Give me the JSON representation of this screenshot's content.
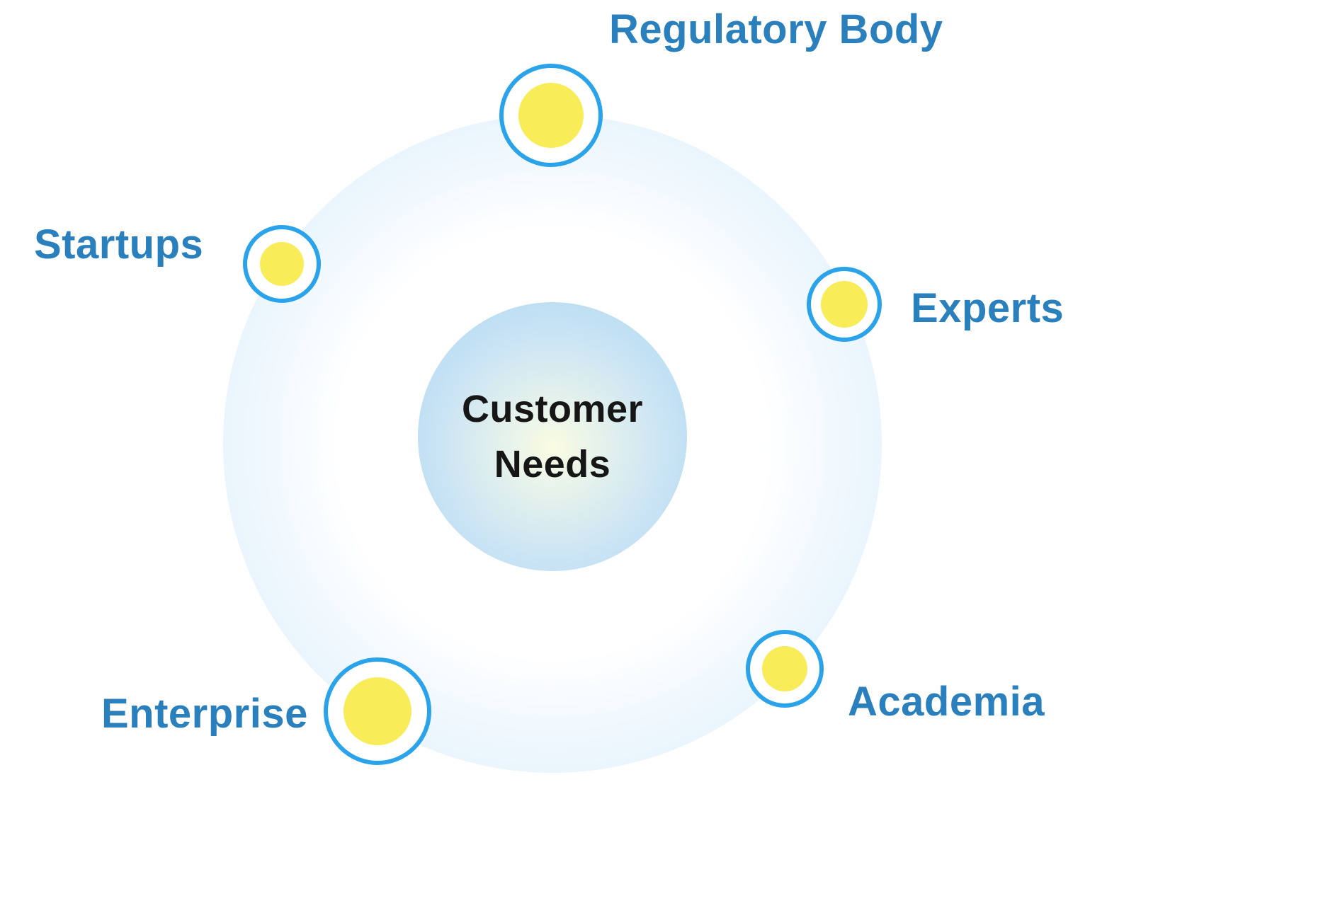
{
  "diagram": {
    "title": "Customer Needs stakeholder diagram",
    "center": {
      "label": "Customer Needs"
    },
    "nodes": [
      {
        "id": "regulatory-body",
        "label": "Regulatory Body"
      },
      {
        "id": "startups",
        "label": "Startups"
      },
      {
        "id": "experts",
        "label": "Experts"
      },
      {
        "id": "academia",
        "label": "Academia"
      },
      {
        "id": "enterprise",
        "label": "Enterprise"
      }
    ],
    "colors": {
      "label_blue": "#2a7fbd",
      "node_border_blue": "#2aa3ea",
      "node_fill_yellow": "#f8ec59",
      "ring_blue": "#cfe9fa",
      "core_blue": "#a9d5f2"
    }
  }
}
